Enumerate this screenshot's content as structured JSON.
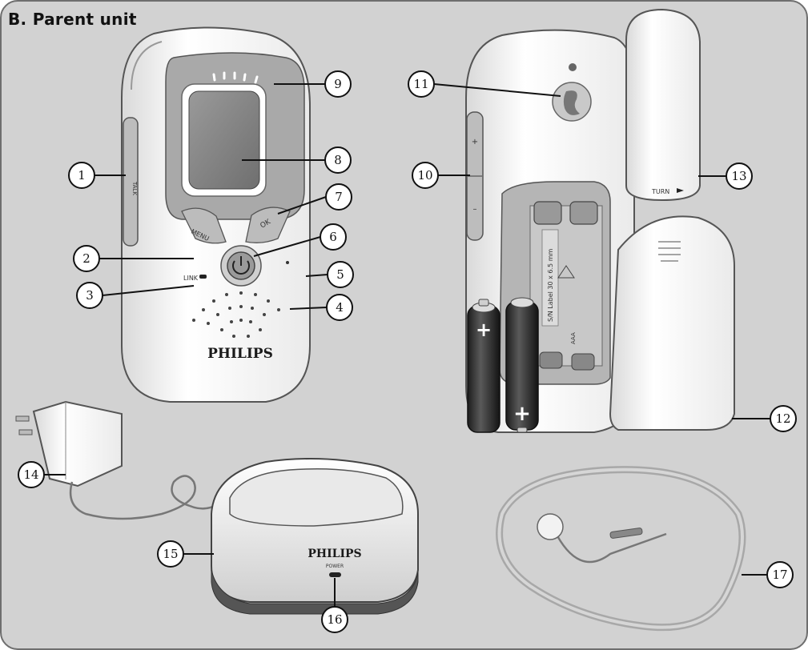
{
  "title": "B. Parent unit",
  "device_labels": {
    "talk": "TALK",
    "menu": "MENU",
    "ok": "OK",
    "link": "LINK",
    "brand": "PHILIPS",
    "power": "POWER",
    "turn": "TURN",
    "plus": "+",
    "minus": "–",
    "battery_plus": "+",
    "sn_label": "S/N Label 30 x 6.5 mm",
    "aaa": "AAA"
  },
  "callouts": [
    "1",
    "2",
    "3",
    "4",
    "5",
    "6",
    "7",
    "8",
    "9",
    "10",
    "11",
    "12",
    "13",
    "14",
    "15",
    "16",
    "17"
  ]
}
